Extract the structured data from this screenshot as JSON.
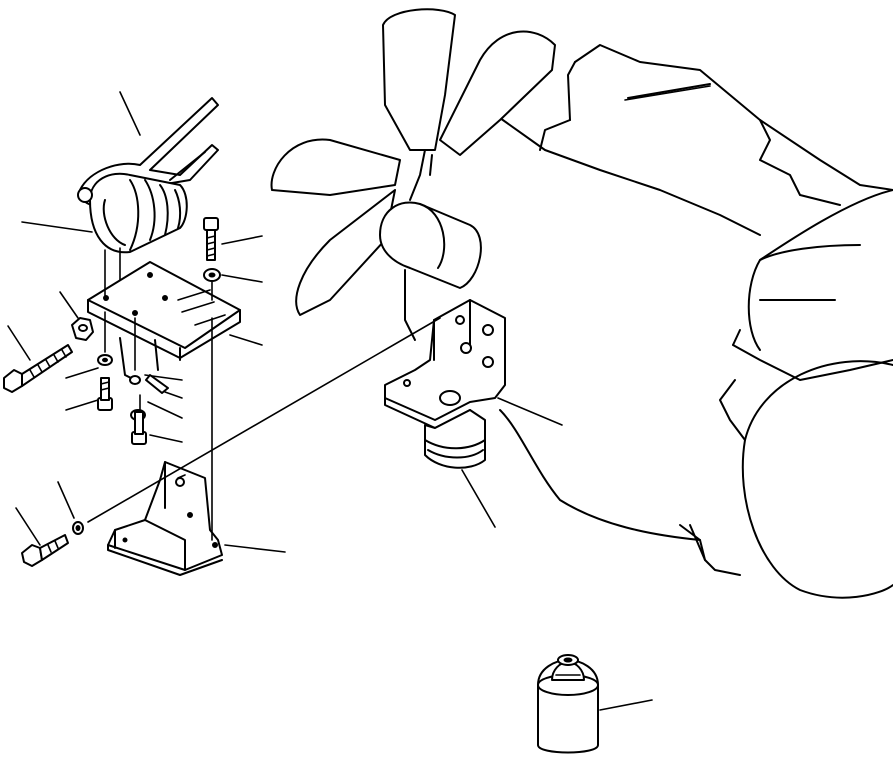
{
  "figure": {
    "background": "#ffffff",
    "line_color": "#000000",
    "callouts": [
      {
        "id": "belt"
      },
      {
        "id": "alternator"
      },
      {
        "id": "bolt-top"
      },
      {
        "id": "washer-top"
      },
      {
        "id": "nut"
      },
      {
        "id": "bolt-long-left"
      },
      {
        "id": "alt-bracket-plate"
      },
      {
        "id": "washer-left"
      },
      {
        "id": "wire-terminal"
      },
      {
        "id": "bolt-small"
      },
      {
        "id": "washer-mid"
      },
      {
        "id": "bolt-mid"
      },
      {
        "id": "washer-lower"
      },
      {
        "id": "bolt-lower"
      },
      {
        "id": "mount-bracket"
      },
      {
        "id": "engine-bracket"
      },
      {
        "id": "oil-filter"
      },
      {
        "id": "engine-block"
      },
      {
        "id": "filter-element"
      }
    ]
  }
}
